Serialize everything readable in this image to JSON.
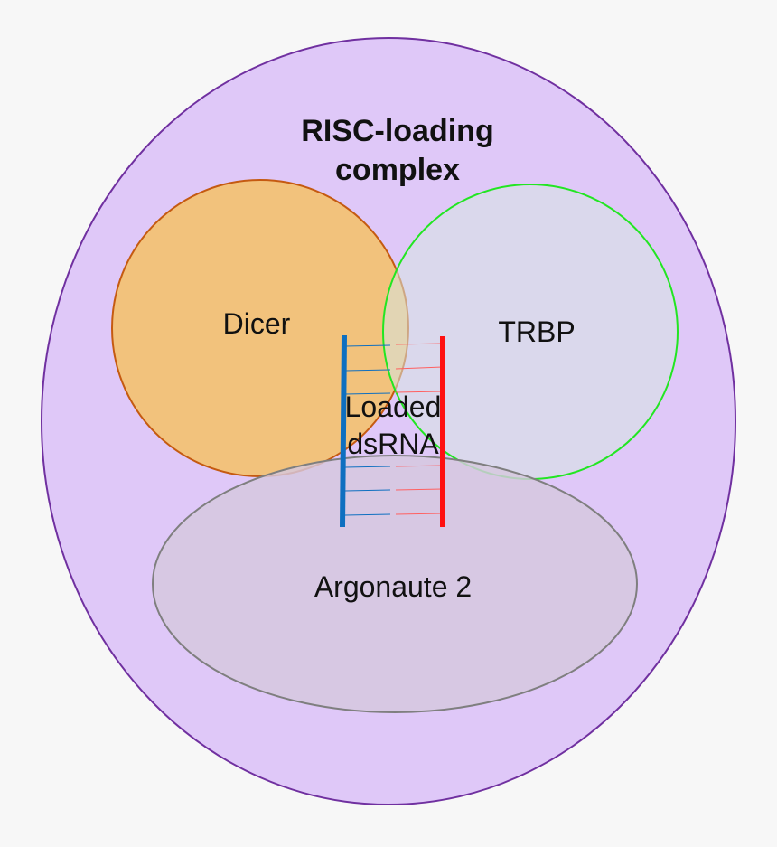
{
  "diagram": {
    "title_line1": "RISC-loading",
    "title_line2": "complex",
    "dicer_label": "Dicer",
    "trbp_label": "TRBP",
    "dsrna_line1": "Loaded",
    "dsrna_line2": "dsRNA",
    "argonaute_label": "Argonaute 2"
  },
  "colors": {
    "complex_fill": "#dfc8f8",
    "complex_stroke": "#7030a0",
    "dicer_fill": "#f2c27c",
    "dicer_stroke": "#c55a11",
    "trbp_fill": "#d6e6e2",
    "trbp_stroke": "#22e622",
    "argonaute_fill": "#d6c8de",
    "argonaute_stroke": "#7f7f7f",
    "strand_blue": "#0e6fc0",
    "strand_red": "#ff1010"
  }
}
